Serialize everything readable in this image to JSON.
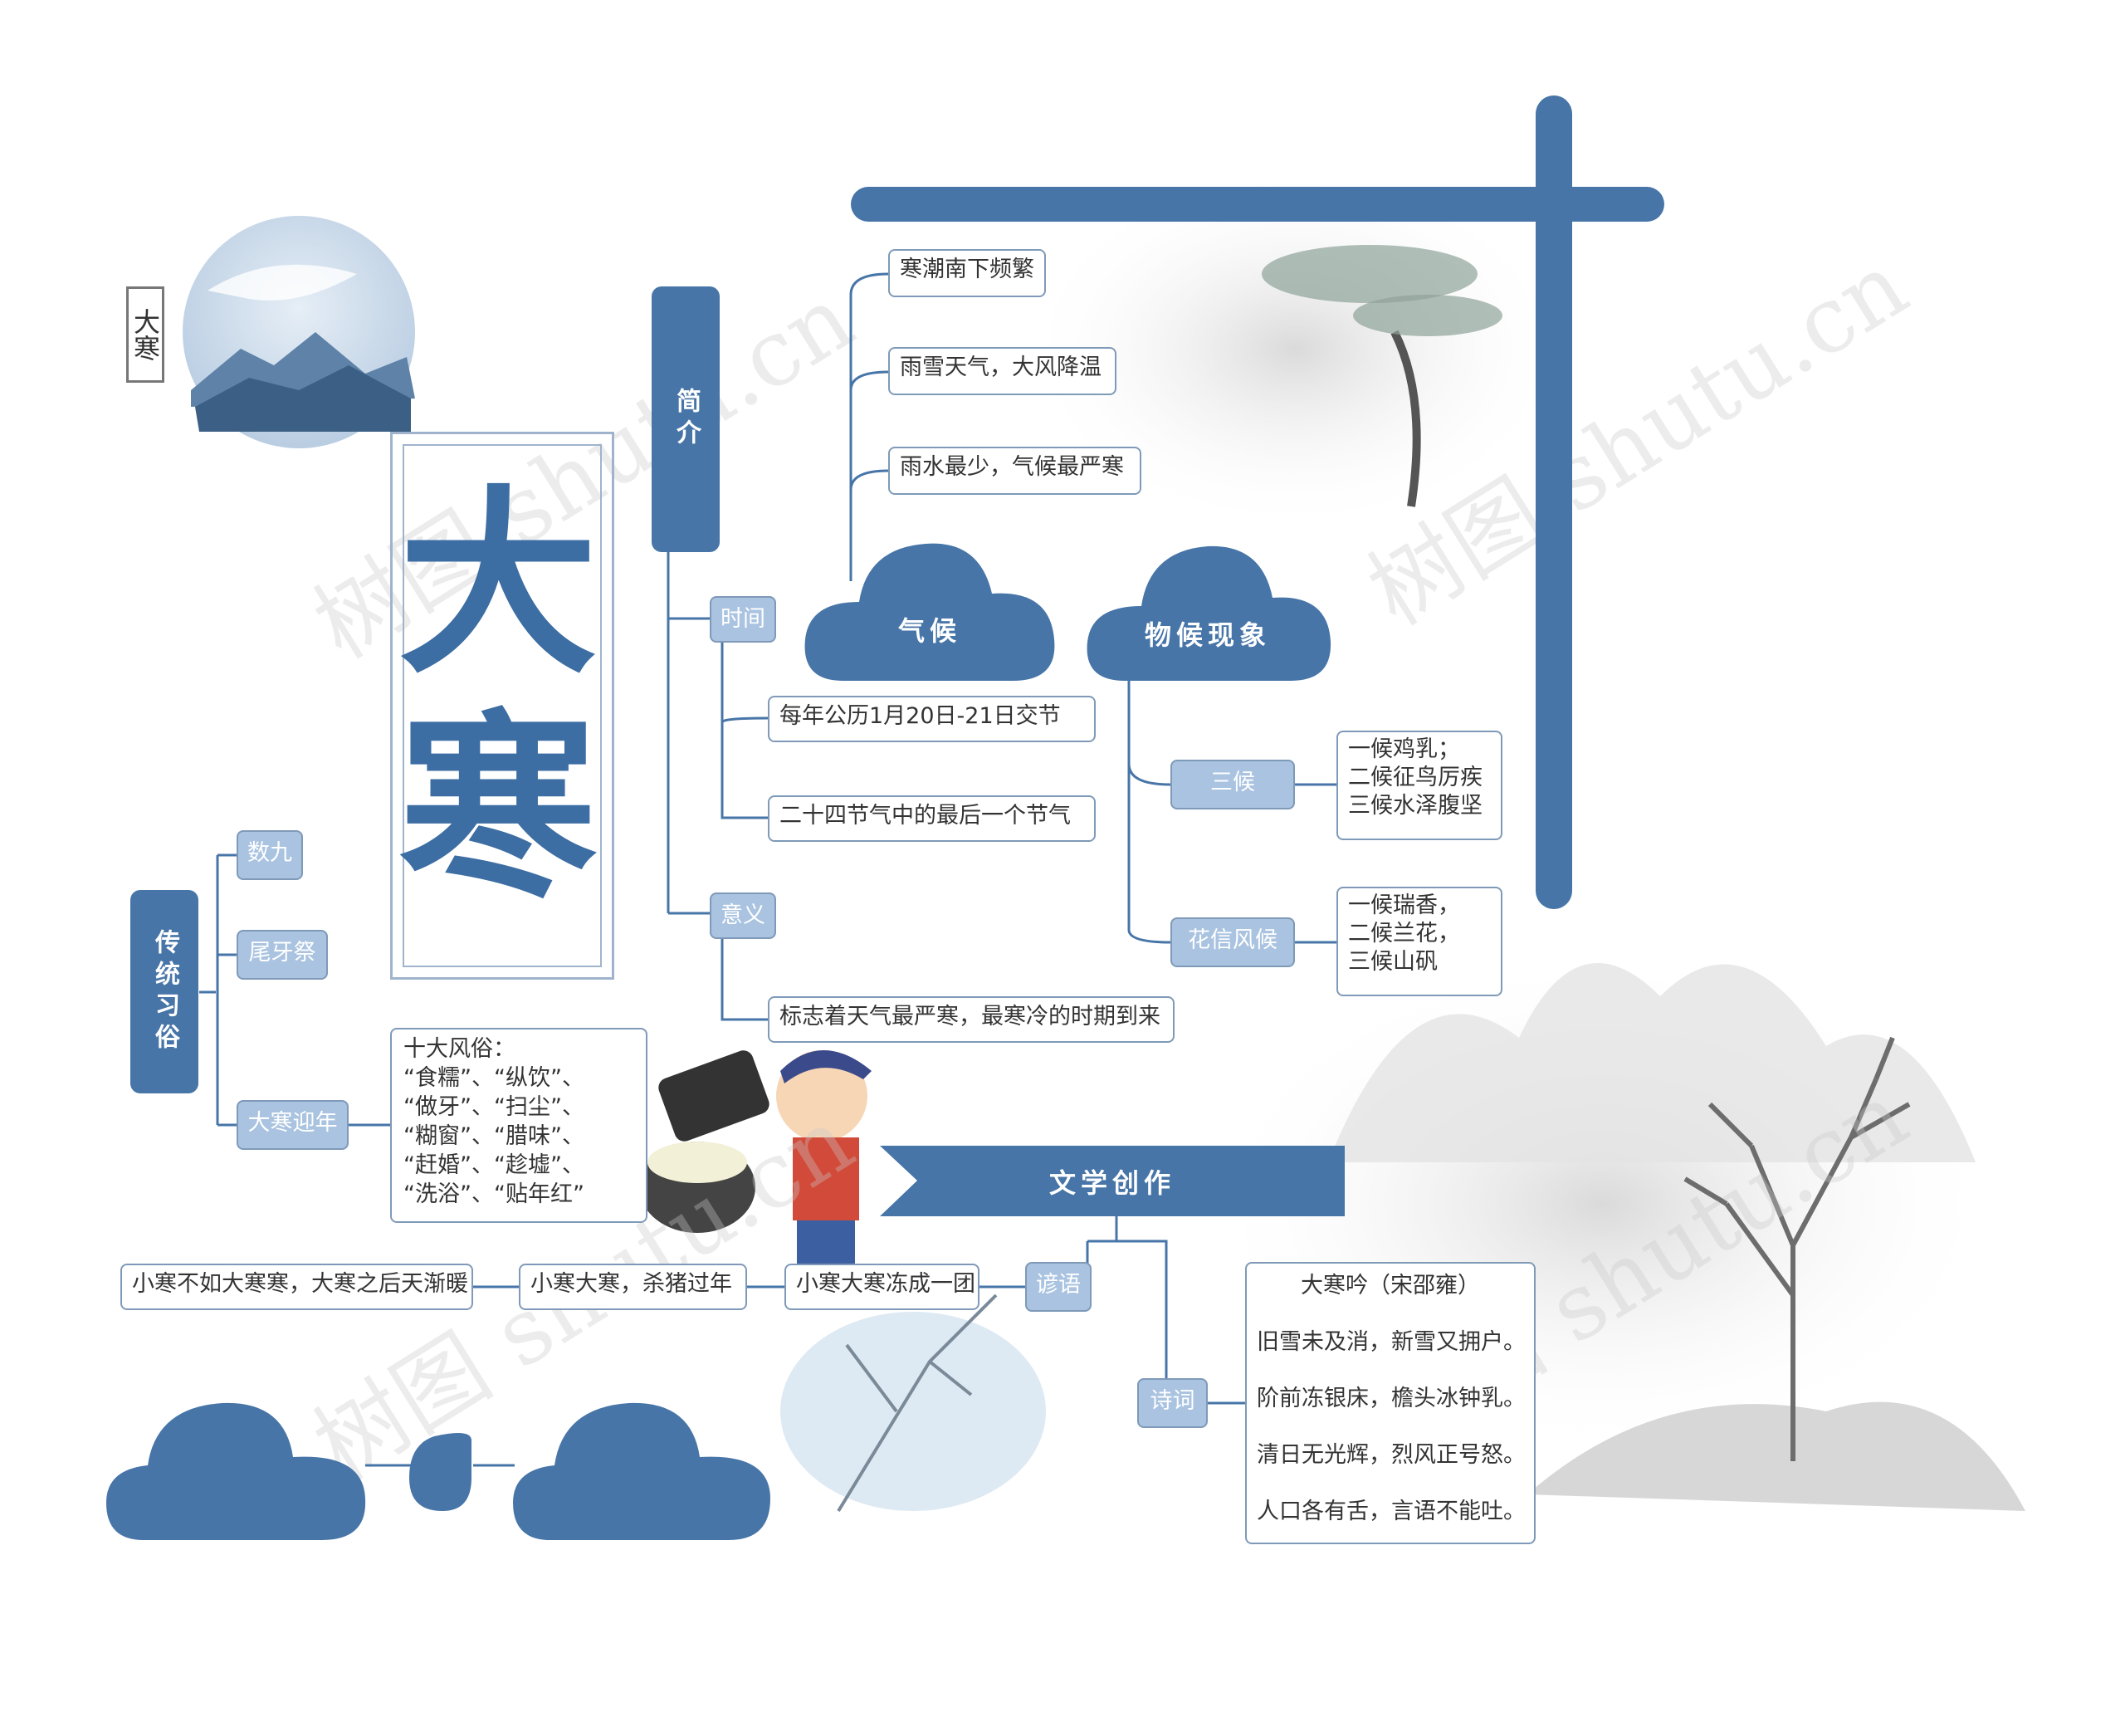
{
  "watermark": "树图 shutu.cn",
  "badge": "大寒",
  "title_chars": [
    "大",
    "寒"
  ],
  "intro": {
    "title": "简介",
    "time_label": "时间",
    "time_items": [
      "每年公历1月20日-21日交节",
      "二十四节气中的最后一个节气"
    ],
    "meaning_label": "意义",
    "meaning_items": [
      "标志着天气最严寒，最寒冷的时期到来"
    ]
  },
  "climate": {
    "title": "气候",
    "items": [
      "寒潮南下频繁",
      "雨雪天气，大风降温",
      "雨水最少，气候最严寒"
    ]
  },
  "phenology": {
    "title": "物候现象",
    "three_label": "三候",
    "three_text": [
      "一候鸡乳；",
      "二候征鸟厉疾",
      "三候水泽腹坚"
    ],
    "flower_label": "花信风候",
    "flower_text": [
      "一候瑞香，",
      "二候兰花，",
      "三候山矾"
    ]
  },
  "customs": {
    "title": "传统习俗",
    "items": [
      "数九",
      "尾牙祭",
      "大寒迎年"
    ],
    "ten_customs": [
      "十大风俗：",
      "“食糯”、“纵饮”、",
      "“做牙”、“扫尘”、",
      "“糊窗”、“腊味”、",
      "“赶婚”、“趁墟”、",
      "“洗浴”、“贴年红”"
    ]
  },
  "literature": {
    "title": "文学创作",
    "proverb_label": "谚语",
    "proverbs": [
      "小寒大寒冻成一团",
      "小寒大寒，杀猪过年",
      "小寒不如大寒寒，大寒之后天渐暖"
    ],
    "poem_label": "诗词",
    "poem_title": "大寒吟（宋邵雍）",
    "poem_lines": [
      "旧雪未及消，新雪又拥户。",
      "阶前冻银床，檐头冰钟乳。",
      "清日无光辉，烈风正号怒。",
      "人口各有舌，言语不能吐。"
    ]
  },
  "colors": {
    "primary": "#4775a8",
    "tag": "#a9c3e0",
    "border": "#7f9ab8"
  }
}
